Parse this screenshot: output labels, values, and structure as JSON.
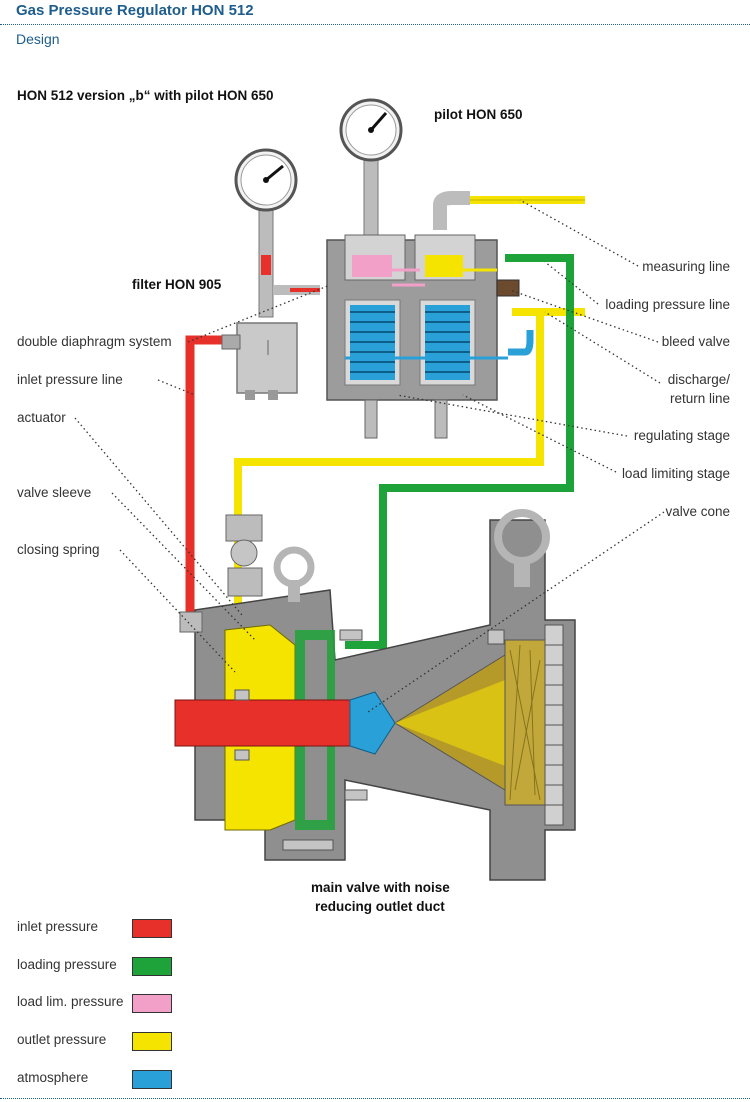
{
  "header": {
    "title": "Gas Pressure Regulator HON 512",
    "subtitle": "Design"
  },
  "headings": {
    "version": "HON 512 version „b“ with pilot HON 650",
    "pilot": "pilot HON 650",
    "filter": "filter HON 905",
    "main_valve_line1": "main valve with noise",
    "main_valve_line2": "reducing outlet duct"
  },
  "labels_left": {
    "double_diaphragm": "double diaphragm system",
    "inlet_line": "inlet pressure line",
    "actuator": "actuator",
    "valve_sleeve": "valve sleeve",
    "closing_spring": "closing spring"
  },
  "labels_right": {
    "measuring_line": "measuring line",
    "loading_line": "loading pressure line",
    "bleed_valve": "bleed valve",
    "discharge_1": "discharge/",
    "discharge_2": "return line",
    "regulating_stage": "regulating stage",
    "load_limiting_stage": "load limiting stage",
    "valve_cone": "valve cone"
  },
  "legend": [
    {
      "label": "inlet pressure",
      "color": "#e8302a"
    },
    {
      "label": "loading pressure",
      "color": "#1ea33a"
    },
    {
      "label": "load lim. pressure",
      "color": "#f3a0c8"
    },
    {
      "label": "outlet pressure",
      "color": "#f5e400"
    },
    {
      "label": "atmosphere",
      "color": "#2aa0d8"
    }
  ]
}
